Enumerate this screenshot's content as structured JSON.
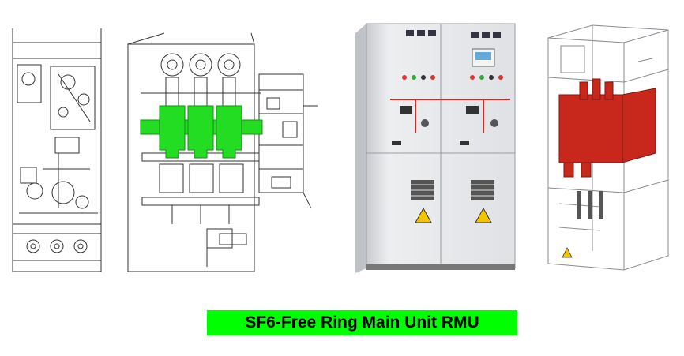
{
  "caption": {
    "text": "SF6-Free Ring Main Unit RMU",
    "background_color": "#00ff00",
    "text_color": "#000000"
  },
  "colors": {
    "drawing_line": "#333333",
    "highlight_green": "#22dd22",
    "cabinet_grey": "#e6e7ea",
    "busbar_red": "#d52b1e",
    "render_red": "#c8281c",
    "warning_yellow": "#f5c400"
  },
  "images": [
    {
      "name": "side-section-drawing",
      "icon": "technical-drawing-side"
    },
    {
      "name": "front-section-drawing",
      "icon": "technical-drawing-front"
    },
    {
      "name": "cabinet-photo",
      "icon": "switchgear-cabinet"
    },
    {
      "name": "cutaway-render",
      "icon": "switchgear-3d-render"
    }
  ]
}
